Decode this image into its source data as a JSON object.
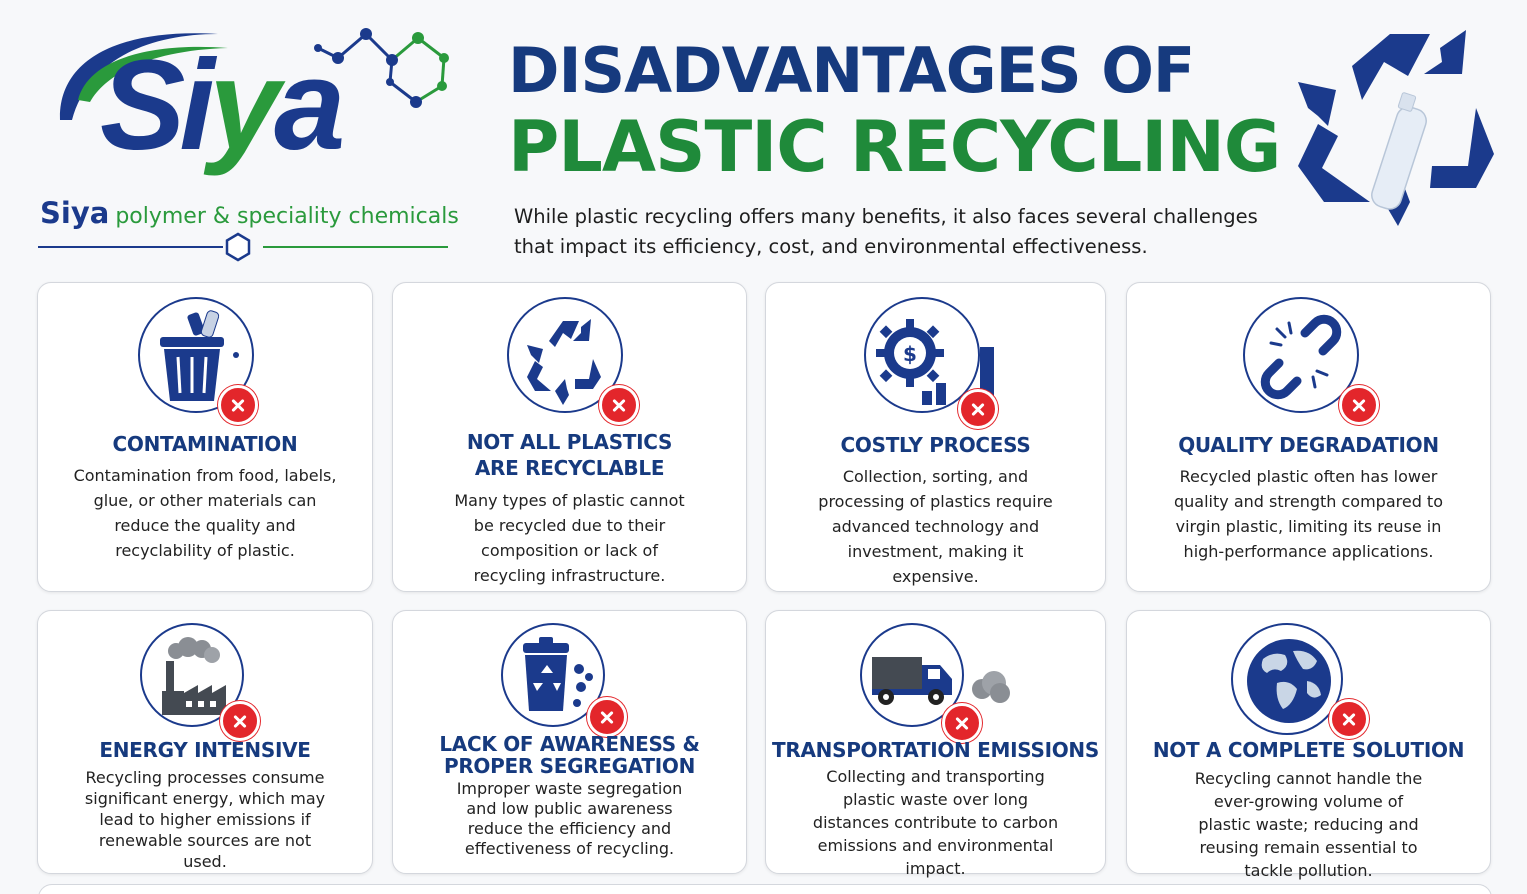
{
  "logo": {
    "word_main": "Si",
    "word_accent": "y",
    "word_tail": "a",
    "brand": "Siya",
    "tagline": "polymer & speciality chemicals"
  },
  "header": {
    "title_line1": "DISADVANTAGES OF",
    "title_line2": "PLASTIC RECYCLING",
    "intro": "While plastic recycling offers many benefits, it also faces several challenges that impact its efficiency, cost, and environmental effectiveness.",
    "hero_icon": "recycle-bottle-icon"
  },
  "colors": {
    "navy": "#1b3a8c",
    "green": "#2a9a3c",
    "title_navy": "#163a7e",
    "title_green": "#1f8a3a",
    "badge_red": "#e3262b"
  },
  "cards": [
    {
      "icon": "trash-bin-icon",
      "title": "CONTAMINATION",
      "desc": "Contamination from food, labels, glue, or other materials can reduce the quality and recyclability of plastic."
    },
    {
      "icon": "recycle-icon",
      "title": "NOT ALL PLASTICS ARE RECYCLABLE",
      "desc": "Many types of plastic cannot be recycled due to their composition or lack of recycling infrastructure."
    },
    {
      "icon": "gear-dollar-icon",
      "title": "COSTLY PROCESS",
      "desc": "Collection, sorting, and processing of plastics require advanced technology and investment, making it expensive."
    },
    {
      "icon": "broken-chain-icon",
      "title": "QUALITY DEGRADATION",
      "desc": "Recycled plastic often has lower quality and strength compared to virgin plastic, limiting its reuse in high-performance applications."
    },
    {
      "icon": "factory-icon",
      "title": "ENERGY INTENSIVE",
      "desc": "Recycling processes consume significant energy, which may lead to higher emissions if renewable sources are not used."
    },
    {
      "icon": "recycle-bin-icon",
      "title": "LACK OF AWARENESS & PROPER SEGREGATION",
      "desc": "Improper waste segregation and low public awareness reduce the efficiency and effectiveness of recycling."
    },
    {
      "icon": "truck-icon",
      "title": "TRANSPORTATION EMISSIONS",
      "desc": "Collecting and transporting plastic waste over long distances contribute to carbon emissions and environmental impact."
    },
    {
      "icon": "globe-icon",
      "title": "NOT A COMPLETE SOLUTION",
      "desc": "Recycling cannot handle the ever-growing volume of plastic waste; reducing and reusing remain essential to tackle pollution."
    }
  ]
}
